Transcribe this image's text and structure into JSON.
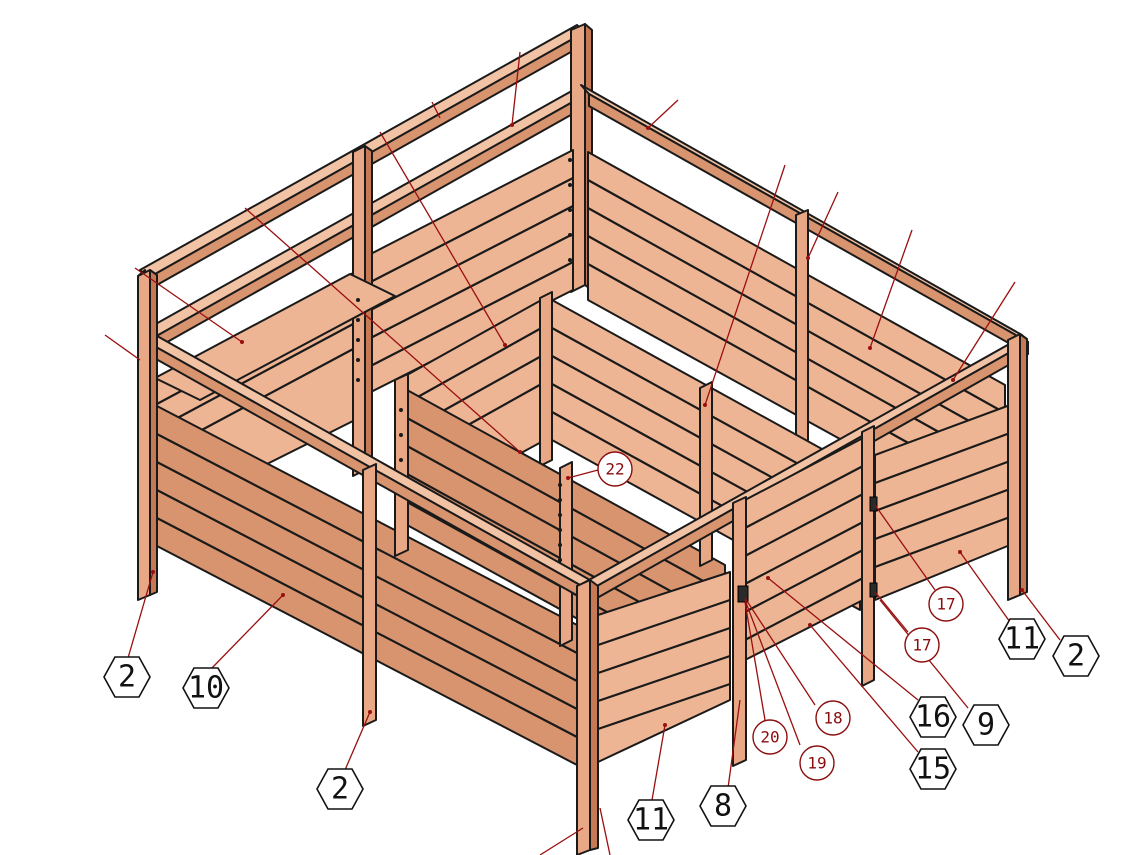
{
  "drawing": {
    "colors": {
      "wood": "#eeb595",
      "wood_dark": "#d8946f",
      "outline": "#1a1a1a",
      "leader": "#9a0f0f"
    },
    "callouts_hex": [
      {
        "id": "c-2a",
        "label": "2"
      },
      {
        "id": "c-10",
        "label": "10"
      },
      {
        "id": "c-2b",
        "label": "2"
      },
      {
        "id": "c-11a",
        "label": "11"
      },
      {
        "id": "c-8",
        "label": "8"
      },
      {
        "id": "c-15",
        "label": "15"
      },
      {
        "id": "c-16",
        "label": "16"
      },
      {
        "id": "c-9",
        "label": "9"
      },
      {
        "id": "c-11b",
        "label": "11"
      },
      {
        "id": "c-2c",
        "label": "2"
      }
    ],
    "callouts_circle": [
      {
        "id": "c-22",
        "label": "22"
      },
      {
        "id": "c-17a",
        "label": "17"
      },
      {
        "id": "c-17b",
        "label": "17"
      },
      {
        "id": "c-18",
        "label": "18"
      },
      {
        "id": "c-19",
        "label": "19"
      },
      {
        "id": "c-20",
        "label": "20"
      }
    ]
  }
}
